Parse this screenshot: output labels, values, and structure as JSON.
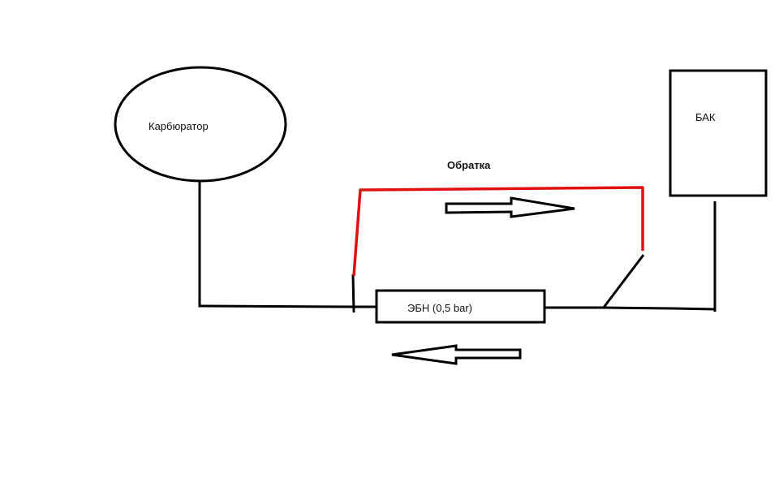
{
  "diagram": {
    "labels": {
      "carburetor": "Карбюратор",
      "tank": "БАК",
      "pump": "ЭБН (0,5 bar)",
      "return_line": "Обратка"
    },
    "colors": {
      "line": "#000000",
      "return_line": "#e01010",
      "background": "#ffffff",
      "arrow_fill": "#ffffff"
    },
    "arrows": {
      "upper": "right",
      "lower": "left"
    }
  }
}
